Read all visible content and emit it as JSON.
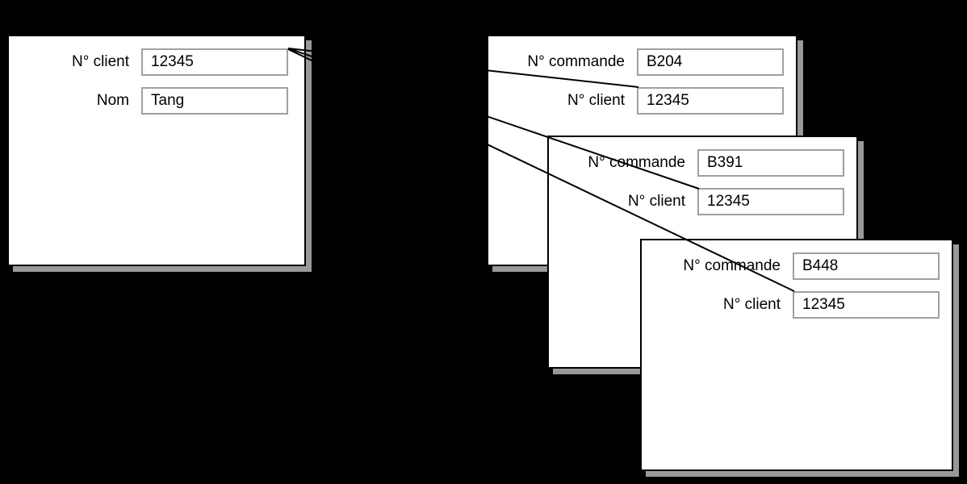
{
  "style": {
    "background": "#000000",
    "card_fill": "#ffffff",
    "card_border_color": "#000000",
    "card_shadow_color": "#999999",
    "field_box_border_color": "#a0a0a0",
    "text_color": "#000000",
    "connector_color": "#000000"
  },
  "client_card": {
    "fields": [
      {
        "label": "N° client",
        "value": "12345"
      },
      {
        "label": "Nom",
        "value": "Tang"
      }
    ]
  },
  "order_cards": [
    {
      "fields": [
        {
          "label": "N° commande",
          "value": "B204"
        },
        {
          "label": "N° client",
          "value": "12345"
        }
      ]
    },
    {
      "fields": [
        {
          "label": "N° commande",
          "value": "B391"
        },
        {
          "label": "N° client",
          "value": "12345"
        }
      ]
    },
    {
      "fields": [
        {
          "label": "N° commande",
          "value": "B448"
        },
        {
          "label": "N° client",
          "value": "12345"
        }
      ]
    }
  ],
  "connections": [
    {
      "from": "client-card.N° client",
      "to": "order-card-1.N° client"
    },
    {
      "from": "client-card.N° client",
      "to": "order-card-2.N° client"
    },
    {
      "from": "client-card.N° client",
      "to": "order-card-3.N° client"
    }
  ]
}
